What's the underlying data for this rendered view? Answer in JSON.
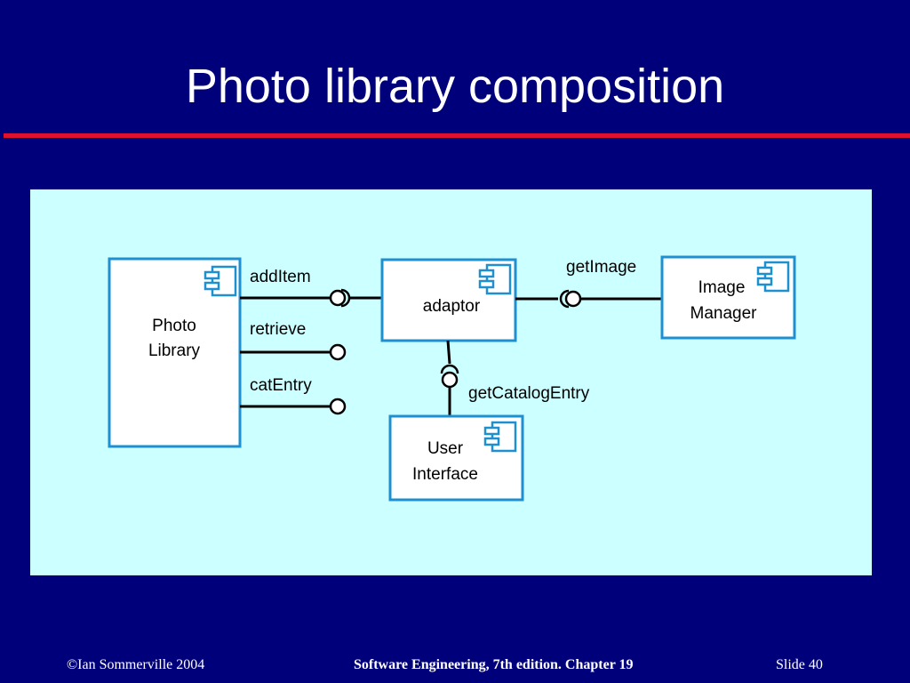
{
  "slide": {
    "title": "Photo library composition",
    "footer_left": "©Ian Sommerville 2004",
    "footer_center": "Software Engineering, 7th edition. Chapter 19",
    "footer_right": "Slide  40"
  },
  "colors": {
    "background": "#00007a",
    "rule": "#e0102f",
    "panel": "#ccffff",
    "component_border": "#1e90d0",
    "component_fill": "#ffffff",
    "line": "#000000"
  },
  "diagram": {
    "components": {
      "photo_library": {
        "line1": "Photo",
        "line2": "Library",
        "icon": "component-icon"
      },
      "adaptor": {
        "line1": "adaptor",
        "icon": "component-icon"
      },
      "image_manager": {
        "line1": "Image",
        "line2": "Manager",
        "icon": "component-icon"
      },
      "user_interface": {
        "line1": "User",
        "line2": "Interface",
        "icon": "component-icon"
      }
    },
    "interfaces": {
      "add_item": "addItem",
      "retrieve": "retrieve",
      "cat_entry": "catEntry",
      "get_image": "getImage",
      "get_catalog_entry": "getCatalogEntry"
    }
  }
}
